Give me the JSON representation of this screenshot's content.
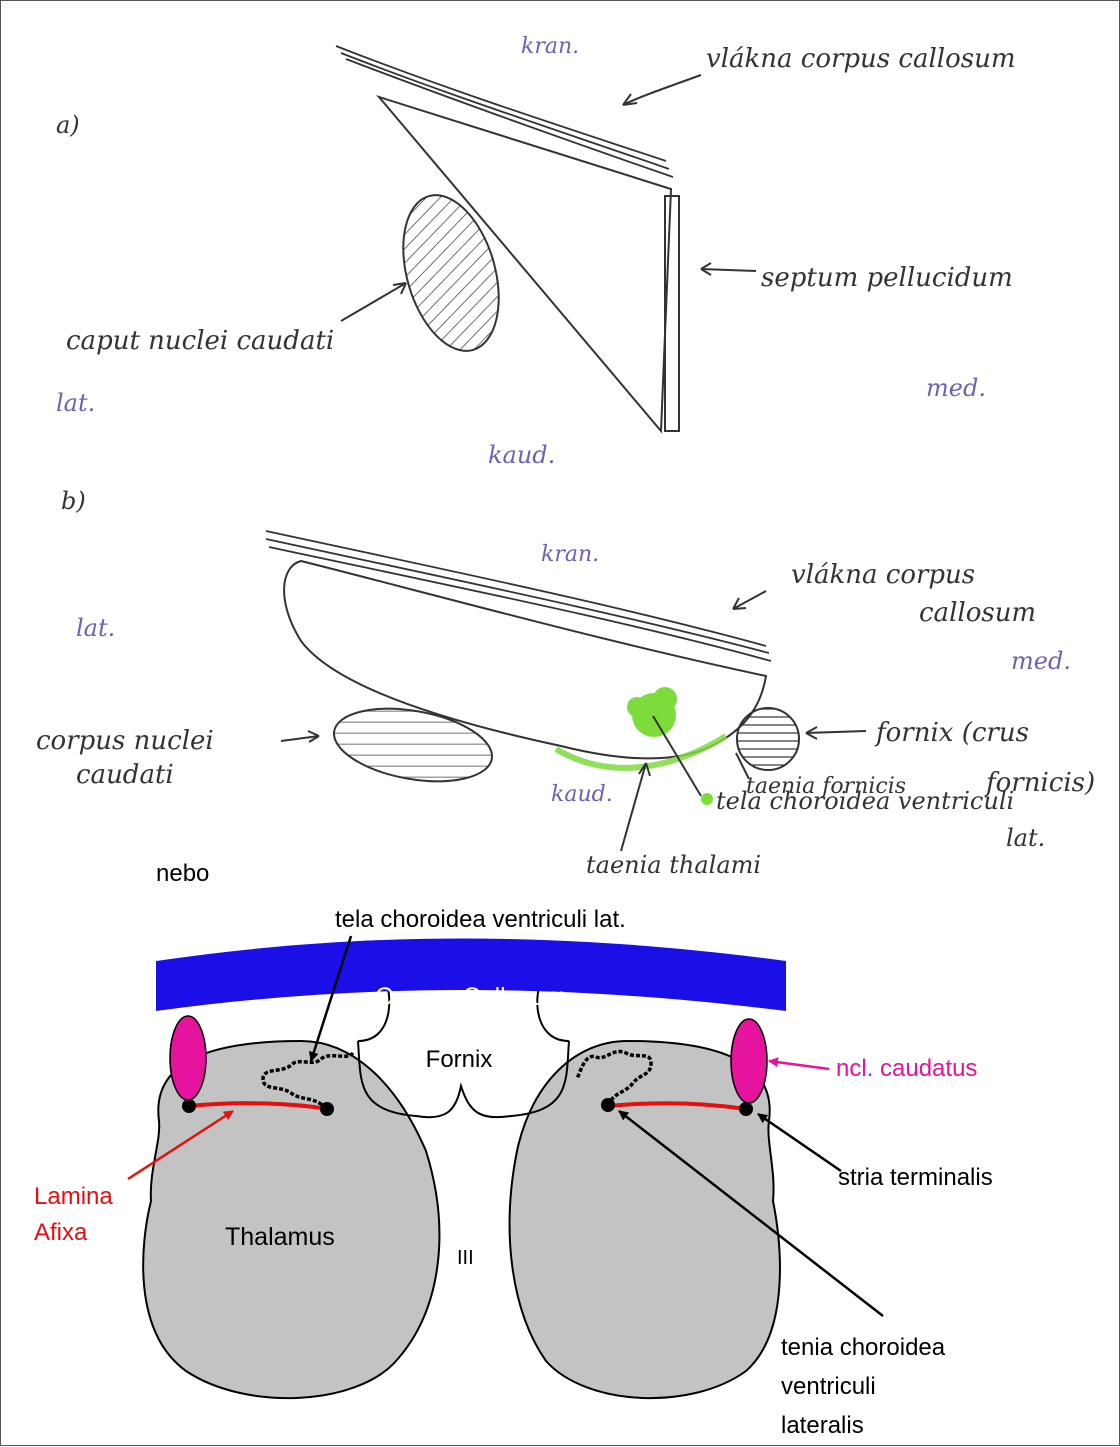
{
  "sketch_a": {
    "letter": "a)",
    "kran": "kran.",
    "fibers": "vlákna corpus callosum",
    "septum": "septum pellucidum",
    "caput": "caput nuclei caudati",
    "lat": "lat.",
    "med": "med.",
    "kaud": "kaud."
  },
  "sketch_b": {
    "letter": "b)",
    "kran": "kran.",
    "fibers_1": "vlákna corpus",
    "fibers_2": "callosum",
    "lat": "lat.",
    "med": "med.",
    "corpus_1": "corpus nuclei",
    "corpus_2": "caudati",
    "fornix_1": "fornix (crus",
    "fornix_2": "fornicis)",
    "taenia_fornicis": "taenia fornicis",
    "tela_1": "tela choroidea ventriculi",
    "tela_2": "lat.",
    "kaud": "kaud.",
    "taenia_thalami": "taenia thalami"
  },
  "diagram": {
    "nebo": "nebo",
    "tela": "tela choroidea ventriculi lat.",
    "corpus_callosum": "Corpus Callosum",
    "fornix": "Fornix",
    "caudatus": "ncl. caudatus",
    "lamina_1": "Lamina",
    "lamina_2": "Afixa",
    "stria": "stria terminalis",
    "thalamus": "Thalamus",
    "third": "III",
    "tenia_1": "tenia choroidea",
    "tenia_2": "ventriculi",
    "tenia_3": "lateralis"
  },
  "colors": {
    "callosum": "#1a0fe6",
    "caudatus": "#e6139e",
    "lamina": "#e60f0f",
    "thalamus": "#c3c3c3",
    "highlight": "#7ddc3c"
  }
}
